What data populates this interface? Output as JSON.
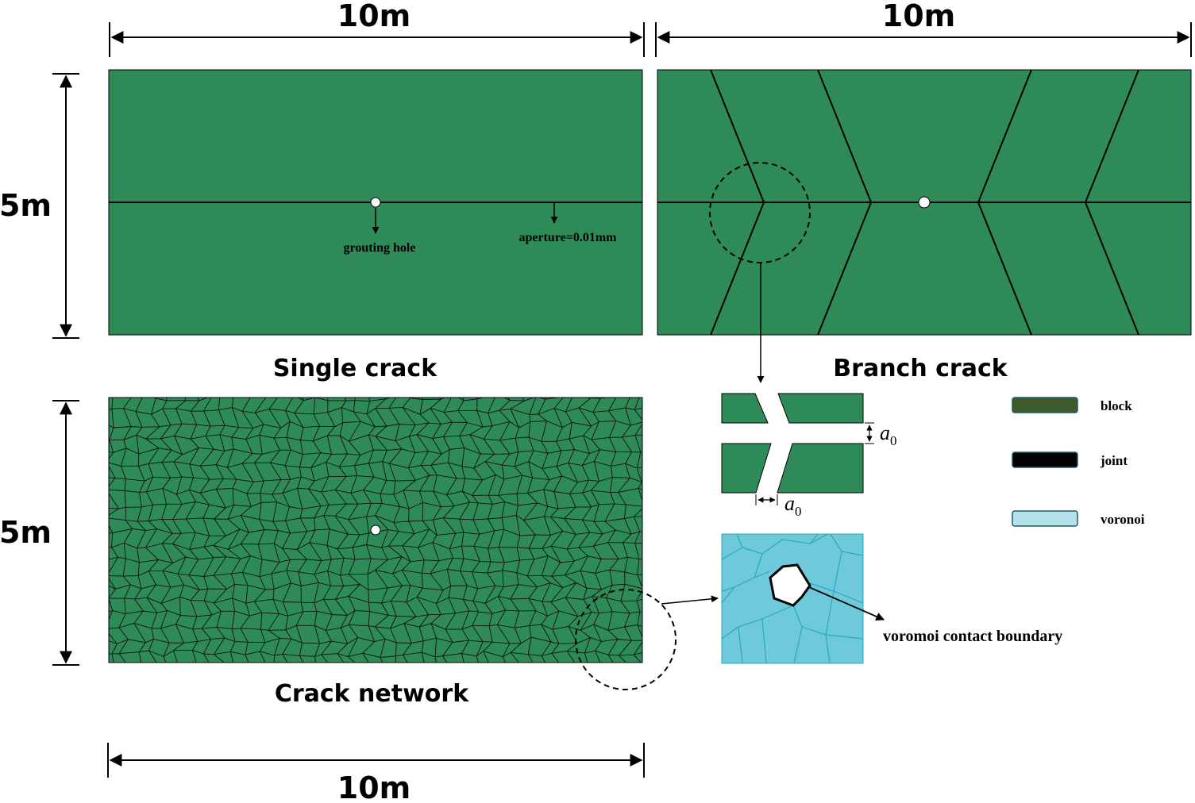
{
  "colors": {
    "block_fill": "#2e8b57",
    "line": "#000000",
    "voronoi_fill": "#6ecadb",
    "voronoi_edge": "#2aa9b8",
    "legend_block": "#3f5a2d",
    "legend_joint": "#000000",
    "legend_voronoi": "#b3e2ea"
  },
  "dimensions": {
    "top_left_width": "10m",
    "top_right_width": "10m",
    "top_height": "5m",
    "bottom_height": "5m",
    "bottom_width": "10m"
  },
  "panels": {
    "single_crack": {
      "caption": "Single crack",
      "hole_label": "grouting hole",
      "aperture_label": "aperture=0.01mm"
    },
    "branch_crack": {
      "caption": "Branch crack",
      "aperture_symbol": "a",
      "aperture_subscript": "0"
    },
    "crack_network": {
      "caption": "Crack network",
      "contact_label": "voromoi contact boundary"
    }
  },
  "legend": [
    {
      "label": "block",
      "color": "#3f5a2d"
    },
    {
      "label": "joint",
      "color": "#000000"
    },
    {
      "label": "voronoi",
      "color": "#b3e2ea"
    }
  ]
}
